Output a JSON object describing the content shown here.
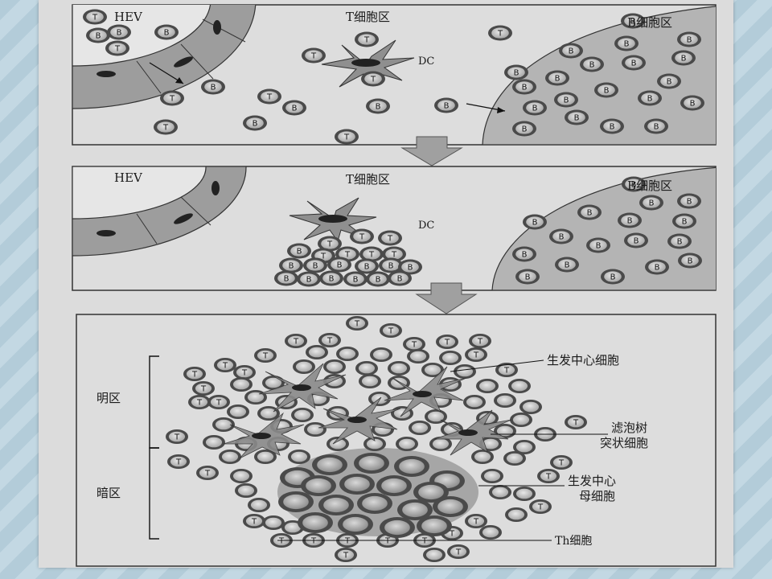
{
  "panels": [
    {
      "hev_label": "HEV",
      "t_zone_label": "T细胞区",
      "dc_label": "DC",
      "b_zone_label": "B细胞区"
    },
    {
      "hev_label": "HEV",
      "t_zone_label": "T细胞区",
      "dc_label": "DC",
      "b_zone_label": "B细胞区"
    },
    {
      "light_zone_label": "明区",
      "dark_zone_label": "暗区",
      "centrocyte_label": "生发中心细胞",
      "fdc_label_line1": "滤泡树",
      "fdc_label_line2": "突状细胞",
      "centroblast_label_line1": "生发中心",
      "centroblast_label_line2": "母细胞",
      "th_label": "Th细胞"
    }
  ],
  "cell_letters": {
    "t": "T",
    "b": "B"
  },
  "colors": {
    "panel_bg": "#dcdcdc",
    "hev_wall": "#9a9a9a",
    "cell_outer": "#4a4a4a",
    "cell_inner": "#bdbdbd",
    "germinal": "#a9a9a9"
  }
}
